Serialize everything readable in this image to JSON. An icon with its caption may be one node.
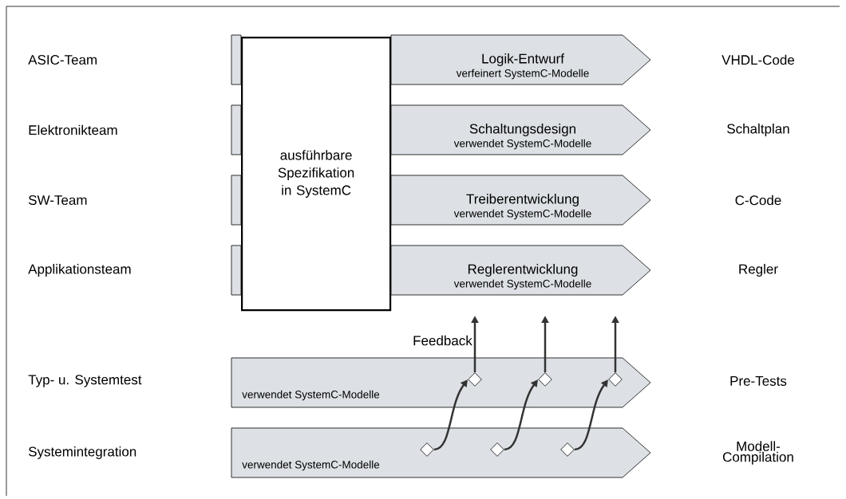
{
  "diagram": {
    "nodes": [
      {
        "text": [
          "ausführbare Spezifikation in SystemC"
        ]
      },
      {
        "text": [
          "Logik-Entwurf",
          "verfeinert SystemC-Modelle"
        ]
      },
      {
        "text": [
          "Schaltungsdesign",
          "verwendet SystemC-Modelle"
        ]
      },
      {
        "text": [
          "Treiberentwicklung",
          "verwendet SystemC-Modelle"
        ]
      },
      {
        "text": [
          "Reglerentwicklung",
          "verwendet SystemC-Modelle"
        ]
      },
      {
        "text": [
          "verwendet SystemC-Modelle"
        ]
      },
      {
        "text": [
          "verwendet SystemC-Modelle"
        ]
      },
      {
        "text": [],
        "shape": "diamond",
        "in": 5
      },
      {
        "text": [],
        "shape": "diamond",
        "in": 5
      },
      {
        "text": [],
        "shape": "diamond",
        "in": 5
      },
      {
        "text": [],
        "shape": "diamond",
        "in": 6
      },
      {
        "text": [],
        "shape": "diamond",
        "in": 6
      },
      {
        "text": [],
        "shape": "diamond",
        "in": 6
      }
    ],
    "edges": [
      {
        "from": 10,
        "to": 7,
        "arrow": "to"
      },
      {
        "from": 11,
        "to": 8,
        "arrow": "to"
      },
      {
        "from": 12,
        "to": 9,
        "arrow": "to"
      },
      {
        "from": 7,
        "to": null,
        "arrow": "to",
        "label": "Feedback"
      },
      {
        "from": 8,
        "to": null,
        "arrow": "to"
      },
      {
        "from": 9,
        "to": null,
        "arrow": "to"
      }
    ],
    "labels": [
      "ASIC-Team",
      "VHDL-Code",
      "Elektronikteam",
      "Schaltplan",
      "SW-Team",
      "C-Code",
      "Applikationsteam",
      "Regler",
      "Typ- u. Systemtest",
      "Pre-Tests",
      "Systemintegration",
      "Modell- Compilation"
    ]
  }
}
